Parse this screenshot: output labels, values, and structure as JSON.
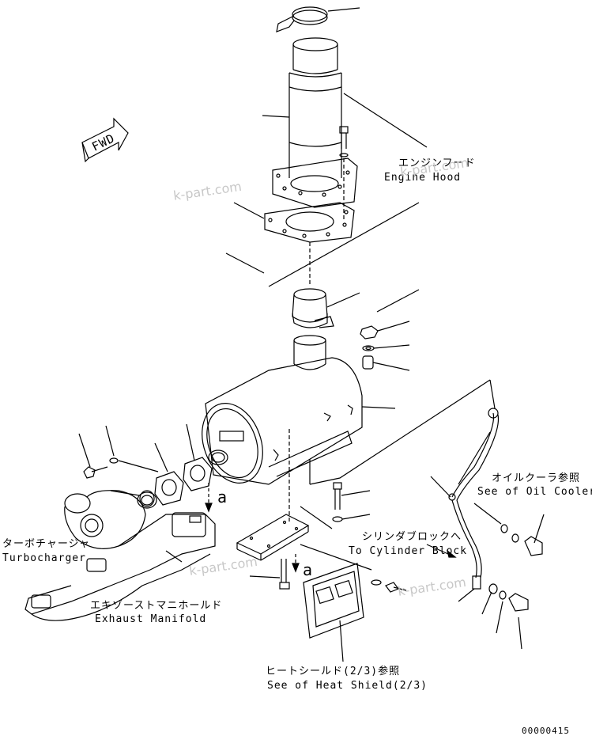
{
  "labels": {
    "engine_hood_jp": "エンジンフード",
    "engine_hood_en": "Engine Hood",
    "oil_cooler_jp": "オイルクーラ参照",
    "oil_cooler_en": "See of Oil Cooler",
    "cyl_block_jp": "シリンダブロックへ",
    "cyl_block_en": "To Cylinder Block",
    "turbo_jp": "ターボチャージャ",
    "turbo_en": "Turbocharger",
    "manifold_jp": "エキゾーストマニホールド",
    "manifold_en": "Exhaust Manifold",
    "heat_shield_jp": "ヒートシールド(2/3)参照",
    "heat_shield_en": "See of Heat Shield(2/3)",
    "fwd": "FWD",
    "ref_a1": "a",
    "ref_a2": "a",
    "drawing_no": "00000415"
  },
  "watermarks": [
    "k-part.com",
    "k-part.com",
    "k-part.com",
    "k-part.com"
  ]
}
